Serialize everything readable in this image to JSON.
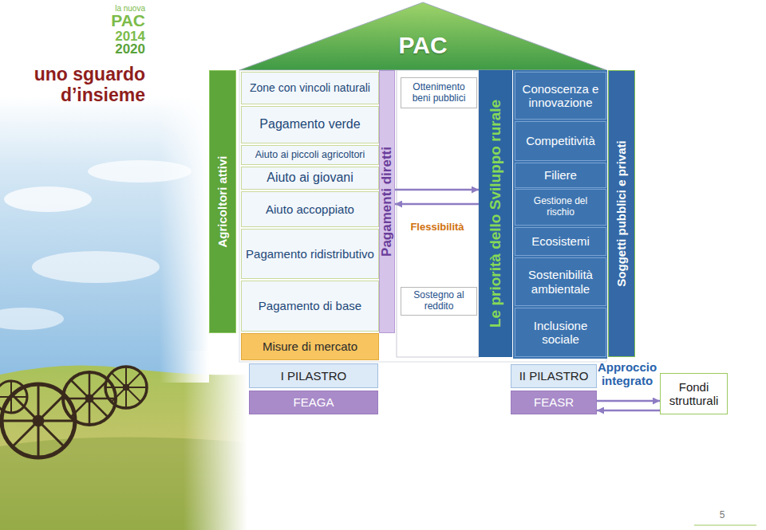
{
  "diagram": {
    "title": "uno sguardo d’insieme",
    "nodes": [
      {
        "text": [
          "PAC"
        ]
      },
      {
        "text": [
          "Agricoltori attivi"
        ]
      },
      {
        "text": [
          "Zone con vincoli naturali"
        ]
      },
      {
        "text": [
          "Pagamento verde"
        ]
      },
      {
        "text": [
          "Aiuto ai piccoli agricoltori"
        ]
      },
      {
        "text": [
          "Aiuto ai giovani"
        ]
      },
      {
        "text": [
          "Aiuto accoppiato"
        ]
      },
      {
        "text": [
          "Pagamento ridistributivo"
        ]
      },
      {
        "text": [
          "Pagamento di base"
        ]
      },
      {
        "text": [
          "Misure di mercato"
        ]
      },
      {
        "text": [
          "Pagamenti diretti"
        ]
      },
      {
        "text": [
          "Ottenimento beni pubblici"
        ]
      },
      {
        "text": [
          "Sostegno al reddito"
        ]
      },
      {
        "text": [
          "Le priorità dello Sviluppo rurale"
        ]
      },
      {
        "text": [
          "Conoscenza e innovazione"
        ]
      },
      {
        "text": [
          "Competitività"
        ]
      },
      {
        "text": [
          "Filiere"
        ]
      },
      {
        "text": [
          "Gestione del rischio"
        ]
      },
      {
        "text": [
          "Ecosistemi"
        ]
      },
      {
        "text": [
          "Sostenibilità ambientale"
        ]
      },
      {
        "text": [
          "Inclusione sociale"
        ]
      },
      {
        "text": [
          "Soggetti pubblici e privati"
        ]
      },
      {
        "text": [
          "I PILASTRO"
        ]
      },
      {
        "text": [
          "FEAGA"
        ]
      },
      {
        "text": [
          "II PILASTRO"
        ]
      },
      {
        "text": [
          "FEASR"
        ]
      },
      {
        "text": [
          "Fondi strutturali"
        ]
      }
    ],
    "edges": [
      {
        "from": 10,
        "to": 13,
        "arrow": "to"
      },
      {
        "from": 13,
        "to": 10,
        "arrow": "to"
      },
      {
        "from": 25,
        "to": 26,
        "arrow": "to"
      },
      {
        "from": 26,
        "to": 25,
        "arrow": "to"
      }
    ],
    "labels": [
      "la nuova",
      "PAC",
      "2014",
      "2020",
      "Flessibilità",
      "Approccio integrato",
      "5"
    ]
  }
}
